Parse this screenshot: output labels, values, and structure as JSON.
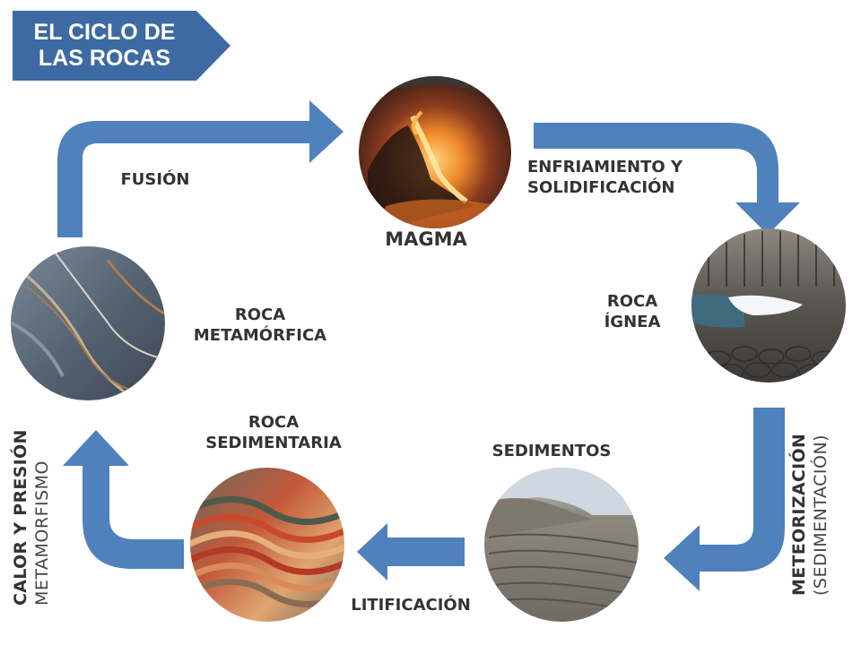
{
  "title": {
    "line1": "EL CICLO DE",
    "line2": "LAS ROCAS"
  },
  "colors": {
    "title_bg": "#3e6aa3",
    "arrow": "#4f81bd",
    "text": "#333333"
  },
  "nodes": {
    "magma": "MAGMA",
    "igneous": {
      "line1": "ROCA",
      "line2": "ÍGNEA"
    },
    "sediments": "SEDIMENTOS",
    "sedimentary": {
      "line1": "ROCA",
      "line2": "SEDIMENTARIA"
    },
    "metamorphic": {
      "line1": "ROCA",
      "line2": "METAMÓRFICA"
    }
  },
  "processes": {
    "melting": "FUSIÓN",
    "cooling": {
      "line1": "ENFRIAMIENTO Y",
      "line2": "SOLIDIFICACIÓN"
    },
    "weathering": {
      "main": "METEORIZACIÓN",
      "sub": "(SEDIMENTACIÓN)"
    },
    "lithification": "LITIFICACIÓN",
    "metamorphism": {
      "main": "CALOR Y PRESIÓN",
      "sub": "METAMORFISMO"
    }
  }
}
